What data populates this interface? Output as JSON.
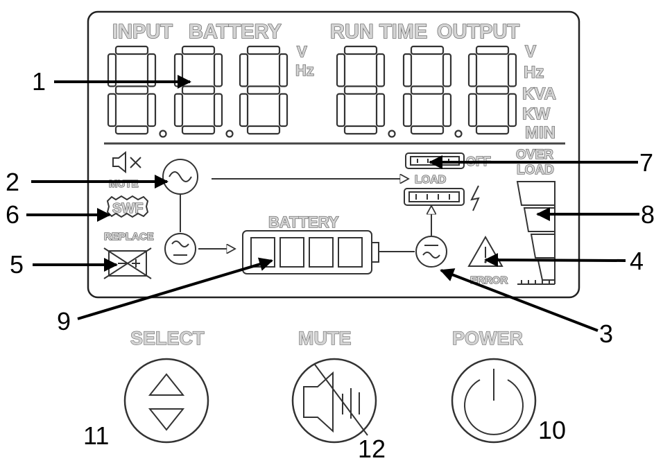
{
  "lcd": {
    "labels": {
      "input": "INPUT",
      "battery_top": "BATTERY",
      "run_time": "RUN TIME",
      "output": "OUTPUT",
      "unit_v_left": "V",
      "unit_hz_left": "Hz",
      "unit_v": "V",
      "unit_hz": "Hz",
      "unit_kva": "KVA",
      "unit_kw": "KW",
      "unit_min": "MIN",
      "mute": "MUTE",
      "swf": "SWF",
      "replace": "REPLACE",
      "battery": "BATTERY",
      "off": "OFF",
      "load": "LOAD",
      "over": "OVER",
      "over_load": "LOAD",
      "error": "ERROR"
    }
  },
  "buttons": {
    "select": "SELECT",
    "mute": "MUTE",
    "power": "POWER"
  },
  "callouts": [
    "1",
    "2",
    "3",
    "4",
    "5",
    "6",
    "7",
    "8",
    "9",
    "10",
    "11",
    "12"
  ]
}
